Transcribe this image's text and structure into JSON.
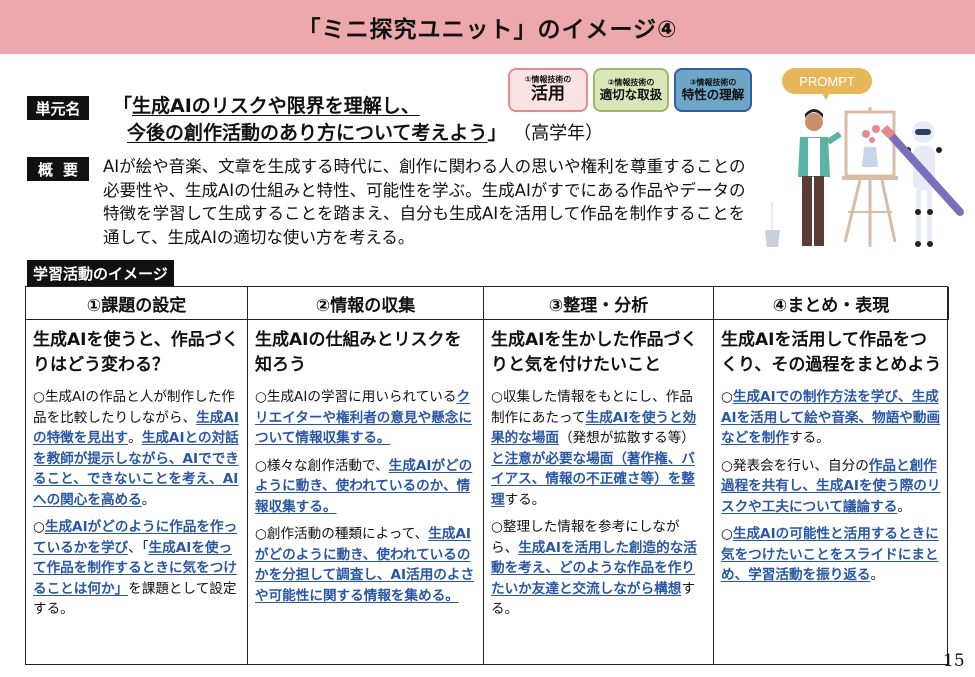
{
  "header": {
    "title": "「ミニ探究ユニット」のイメージ④"
  },
  "badges": [
    {
      "small": "①情報技術の",
      "big": "活用"
    },
    {
      "small": "②情報技術の",
      "big": "適切な取扱"
    },
    {
      "small": "③情報技術の",
      "big": "特性の理解"
    }
  ],
  "illustration": {
    "speech_bubble": "PROMPT",
    "bubble_color": "#e8b75a",
    "icon": "person-and-robot-painting-illustration"
  },
  "unit": {
    "label": "単元名",
    "title_open": "「",
    "title_line1": "生成AIのリスクや限界を理解し、",
    "title_line2": "今後の創作活動のあり方について考えよう",
    "title_close": "」",
    "grade": "（高学年）"
  },
  "overview": {
    "label": "概要",
    "text": "AIが絵や音楽、文章を生成する時代に、創作に関わる人の思いや権利を尊重することの必要性や、生成AIの仕組みと特性、可能性を学ぶ。生成AIがすでにある作品やデータの特徴を学習して生成することを踏まえ、自分も生成AIを活用して作品を制作することを通して、生成AIの適切な使い方を考える。"
  },
  "activities": {
    "label": "学習活動のイメージ",
    "accent_color": "#2a57a4",
    "columns": [
      {
        "header": "①課題の設定",
        "question": "生成AIを使うと、作品づくりはどう変わる？",
        "items": [
          [
            {
              "t": "○生成AIの作品と人が制作した作品を比較したりしながら、"
            },
            {
              "t": "生成AIの特徴を見出す",
              "hl": true
            },
            {
              "t": "。"
            },
            {
              "t": "生成AIとの対話を教師が提示しながら、AIでできること、できないことを考え、AIへの関心を高める",
              "hl": true
            },
            {
              "t": "。"
            }
          ],
          [
            {
              "t": "○"
            },
            {
              "t": "生成AIがどのように作品を作っているかを学び",
              "hl": true
            },
            {
              "t": "、「"
            },
            {
              "t": "生成AIを使って作品を制作するときに気をつけることは何か」",
              "hl": true
            },
            {
              "t": "を課題として設定する。"
            }
          ]
        ]
      },
      {
        "header": "②情報の収集",
        "question": "生成AIの仕組みとリスクを知ろう",
        "items": [
          [
            {
              "t": "○生成AIの学習に用いられている"
            },
            {
              "t": "クリエイターや権利者の意見や懸念について情報収集する。",
              "hl": true
            }
          ],
          [
            {
              "t": "○様々な創作活動で、"
            },
            {
              "t": "生成AIがどのように動き、使われているのか、情報収集する。",
              "hl": true
            }
          ],
          [
            {
              "t": "○創作活動の種類によって、"
            },
            {
              "t": "生成AIがどのように動き、使われているのかを分担して調査し、AI活用のよさや可能性に関する情報を集める。",
              "hl": true
            }
          ]
        ]
      },
      {
        "header": "③整理・分析",
        "question": "生成AIを生かした作品づくりと気を付けたいこと",
        "items": [
          [
            {
              "t": "○収集した情報をもとにし、作品制作にあたって"
            },
            {
              "t": "生成AIを使うと効果的な場面",
              "hl": true
            },
            {
              "t": "（発想が拡散する等）"
            },
            {
              "t": "と注意が必要な場面（著作権、バイアス、情報の不正確さ等）を整理",
              "hl": true
            },
            {
              "t": "する。"
            }
          ],
          [
            {
              "t": "○整理した情報を参考にしながら、"
            },
            {
              "t": "生成AIを活用した創造的な活動を考え、どのような作品を作りたいか友達と交流しながら構想",
              "hl": true
            },
            {
              "t": "する。"
            }
          ]
        ]
      },
      {
        "header": "④まとめ・表現",
        "question": "生成AIを活用して作品をつくり、その過程をまとめよう",
        "items": [
          [
            {
              "t": "○"
            },
            {
              "t": "生成AIでの制作方法を学び、生成AIを活用して絵や音楽、物語や動画などを制作",
              "hl": true
            },
            {
              "t": "する。"
            }
          ],
          [
            {
              "t": "○発表会を行い、自分の"
            },
            {
              "t": "作品と創作過程を共有し、生成AIを使う際のリスクや工夫について議論する",
              "hl": true
            },
            {
              "t": "。"
            }
          ],
          [
            {
              "t": "○"
            },
            {
              "t": "生成AIの可能性と活用するときに気をつけたいことをスライドにまとめ、学習活動を振り返る",
              "hl": true
            },
            {
              "t": "。"
            }
          ]
        ]
      }
    ]
  },
  "page_number": "15"
}
